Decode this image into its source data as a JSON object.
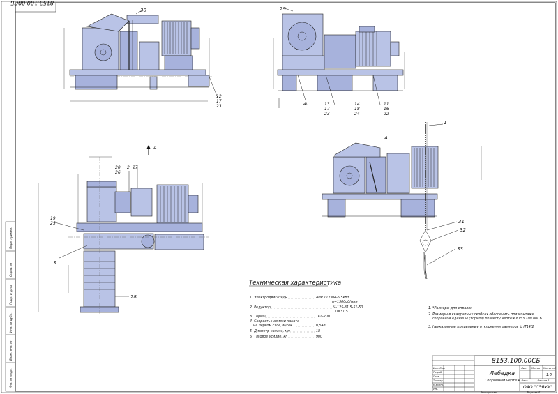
{
  "drawing": {
    "doc_number_top": "8153.100.00СБ",
    "view_arrow_label": "А",
    "callouts": {
      "c30": "30",
      "c29": "29",
      "c12": "12",
      "c17a": "17",
      "c23a": "23",
      "c4": "4",
      "c13": "13",
      "c17b": "17",
      "c23b": "23",
      "c14": "14",
      "c18": "18",
      "c24": "24",
      "c11": "11",
      "c16": "16",
      "c22": "22",
      "c20": "20",
      "c26": "26",
      "c2": "2",
      "c27": "27",
      "c19": "19",
      "c25": "25",
      "c3": "3",
      "c28": "28",
      "c1": "1",
      "c31": "31",
      "c32": "32",
      "c33": "33"
    }
  },
  "tech": {
    "title": "Техническая характеристика",
    "items": [
      {
        "label": "1. Электродвигатель",
        "value": "АИР 112  М4-5,5кВт",
        "value2": "n=1500об/мин"
      },
      {
        "label": "2. Редуктор",
        "value": "Ч-125-31,5-51-50",
        "value2": "u=31,5"
      },
      {
        "label": "3. Тормоз",
        "value": "ТКГ-200",
        "value2": ""
      },
      {
        "label": "4. Скорость навивки каната",
        "value": "",
        "value2": ""
      },
      {
        "label": "на первом слое, м/сек.",
        "value": "0,548",
        "value2": ""
      },
      {
        "label": "5. Диаметр каната, мм",
        "value": "18",
        "value2": ""
      },
      {
        "label": "6. Тяговое усилие, кг",
        "value": "900",
        "value2": ""
      }
    ]
  },
  "notes": {
    "n1": "1. *Размеры для справок",
    "n2a": "2. Размеры в квадратных скобках обеспечить при монтаже",
    "n2b": "сборочной единицы (тормоз) по месту чертеж 8153.100.00СБ",
    "n3": "3. Неуказанные предельные отклонения размеров ± IT14/2"
  },
  "titleblock": {
    "doc_number": "8153.100.00СБ",
    "name": "Лебедка",
    "subname": "Сборочный чертеж",
    "mass_header": "Масса",
    "scale_header": "Масштаб",
    "lit_header": "Лит.",
    "scale_value": "1:5",
    "sheet_label": "Лист",
    "sheets_label": "Листов  1",
    "org": "ОАО \"СЭВУМ\"",
    "rows": [
      "Изм. Лист",
      "Разраб.",
      "Пров.",
      "Т.контр.",
      "Н.контр.",
      "Утв."
    ],
    "copied": "Копировал",
    "format": "Формат   А1"
  },
  "sidestrip": {
    "s1": "Перв. примен.",
    "s2": "Справ. №",
    "s3": "Подп. и дата",
    "s4": "Инв. № дубл.",
    "s5": "Взам. инв. №",
    "s6": "Подп. и дата",
    "s7": "Инв. № подл."
  }
}
